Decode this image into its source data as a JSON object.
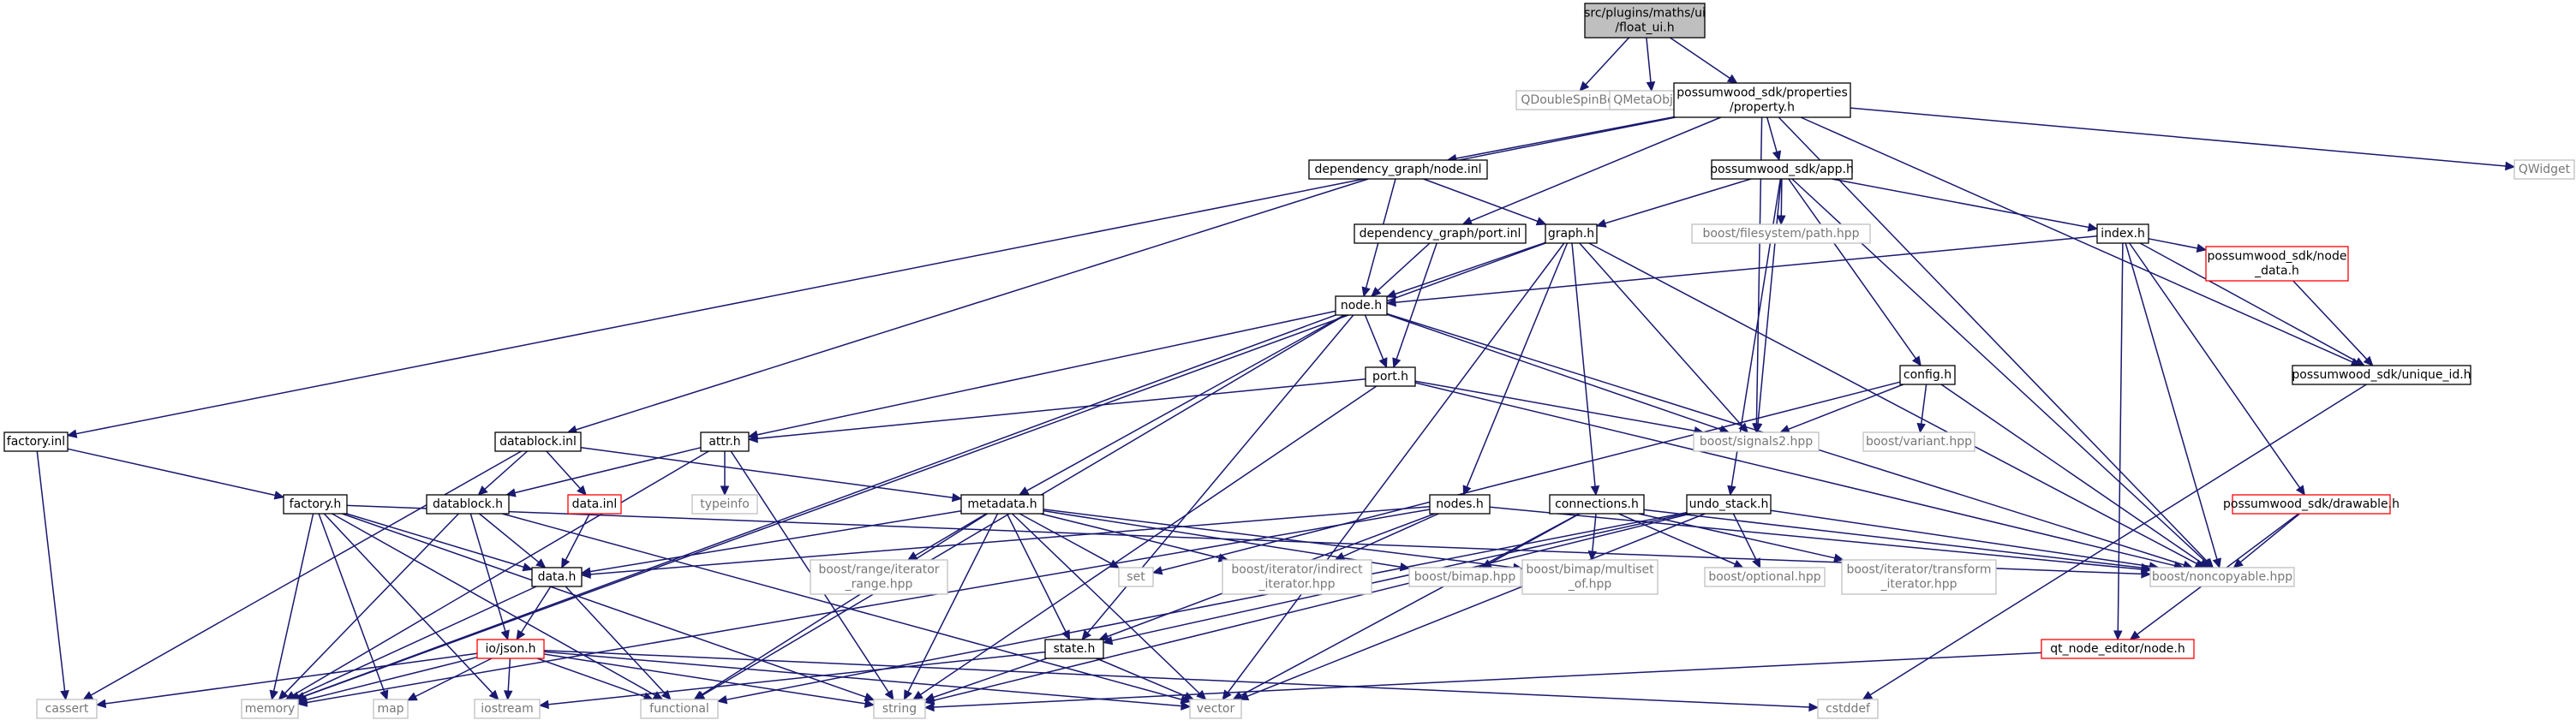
{
  "diagram": {
    "styles": {
      "focus": {
        "fill": "#bfbfbf",
        "stroke": "#000000",
        "text": "#000000"
      },
      "normal": {
        "fill": "#ffffff",
        "stroke": "#000000",
        "text": "#000000"
      },
      "external": {
        "fill": "#ffffff",
        "stroke": "#bfbfbf",
        "text": "#777777"
      },
      "missing": {
        "fill": "#ffffff",
        "stroke": "#ff0000",
        "text": "#000000"
      }
    },
    "edge_color": "#191970",
    "nodes": [
      {
        "id": "float_ui",
        "lines": [
          "src/plugins/maths/ui",
          "/float_ui.h"
        ],
        "style": "focus"
      },
      {
        "id": "qdoublespinbox",
        "lines": [
          "QDoubleSpinBox"
        ],
        "style": "external"
      },
      {
        "id": "qmetaobject",
        "lines": [
          "QMetaObject"
        ],
        "style": "external"
      },
      {
        "id": "property",
        "lines": [
          "possumwood_sdk/properties",
          "/property.h"
        ],
        "style": "normal"
      },
      {
        "id": "factory_inl",
        "lines": [
          "factory.inl"
        ],
        "style": "normal"
      },
      {
        "id": "depgraph_node_inl",
        "lines": [
          "dependency_graph/node.inl"
        ],
        "style": "normal"
      },
      {
        "id": "app_h",
        "lines": [
          "possumwood_sdk/app.h"
        ],
        "style": "normal"
      },
      {
        "id": "qwidget",
        "lines": [
          "QWidget"
        ],
        "style": "external"
      },
      {
        "id": "port_inl",
        "lines": [
          "dependency_graph/port.inl"
        ],
        "style": "normal"
      },
      {
        "id": "graph_h",
        "lines": [
          "graph.h"
        ],
        "style": "normal"
      },
      {
        "id": "boost_fs",
        "lines": [
          "boost/filesystem/path.hpp"
        ],
        "style": "external"
      },
      {
        "id": "index_h",
        "lines": [
          "index.h"
        ],
        "style": "normal"
      },
      {
        "id": "node_data",
        "lines": [
          "possumwood_sdk/node",
          "_data.h"
        ],
        "style": "missing"
      },
      {
        "id": "node_h",
        "lines": [
          "node.h"
        ],
        "style": "normal"
      },
      {
        "id": "unique_id",
        "lines": [
          "possumwood_sdk/unique_id.h"
        ],
        "style": "normal"
      },
      {
        "id": "config_h",
        "lines": [
          "config.h"
        ],
        "style": "normal"
      },
      {
        "id": "port_h",
        "lines": [
          "port.h"
        ],
        "style": "normal"
      },
      {
        "id": "datablock_inl",
        "lines": [
          "datablock.inl"
        ],
        "style": "normal"
      },
      {
        "id": "attr_h",
        "lines": [
          "attr.h"
        ],
        "style": "normal"
      },
      {
        "id": "signals2",
        "lines": [
          "boost/signals2.hpp"
        ],
        "style": "external"
      },
      {
        "id": "variant",
        "lines": [
          "boost/variant.hpp"
        ],
        "style": "external"
      },
      {
        "id": "factory_h",
        "lines": [
          "factory.h"
        ],
        "style": "normal"
      },
      {
        "id": "datablock_h",
        "lines": [
          "datablock.h"
        ],
        "style": "normal"
      },
      {
        "id": "data_inl",
        "lines": [
          "data.inl"
        ],
        "style": "missing"
      },
      {
        "id": "typeinfo",
        "lines": [
          "typeinfo"
        ],
        "style": "external"
      },
      {
        "id": "metadata_h",
        "lines": [
          "metadata.h"
        ],
        "style": "normal"
      },
      {
        "id": "nodes_h",
        "lines": [
          "nodes.h"
        ],
        "style": "normal"
      },
      {
        "id": "connections_h",
        "lines": [
          "connections.h"
        ],
        "style": "normal"
      },
      {
        "id": "undo_stack",
        "lines": [
          "undo_stack.h"
        ],
        "style": "normal"
      },
      {
        "id": "drawable_h",
        "lines": [
          "possumwood_sdk/drawable.h"
        ],
        "style": "missing"
      },
      {
        "id": "data_h",
        "lines": [
          "data.h"
        ],
        "style": "normal"
      },
      {
        "id": "range_iter",
        "lines": [
          "boost/range/iterator",
          "_range.hpp"
        ],
        "style": "external"
      },
      {
        "id": "set",
        "lines": [
          "set"
        ],
        "style": "external"
      },
      {
        "id": "indirect_iter",
        "lines": [
          "boost/iterator/indirect",
          "_iterator.hpp"
        ],
        "style": "external"
      },
      {
        "id": "bimap",
        "lines": [
          "boost/bimap.hpp"
        ],
        "style": "external"
      },
      {
        "id": "multiset",
        "lines": [
          "boost/bimap/multiset",
          "_of.hpp"
        ],
        "style": "external"
      },
      {
        "id": "optional",
        "lines": [
          "boost/optional.hpp"
        ],
        "style": "external"
      },
      {
        "id": "transform_iter",
        "lines": [
          "boost/iterator/transform",
          "_iterator.hpp"
        ],
        "style": "external"
      },
      {
        "id": "noncopyable",
        "lines": [
          "boost/noncopyable.hpp"
        ],
        "style": "external"
      },
      {
        "id": "io_json",
        "lines": [
          "io/json.h"
        ],
        "style": "missing"
      },
      {
        "id": "state_h",
        "lines": [
          "state.h"
        ],
        "style": "normal"
      },
      {
        "id": "qt_node",
        "lines": [
          "qt_node_editor/node.h"
        ],
        "style": "missing"
      },
      {
        "id": "cassert",
        "lines": [
          "cassert"
        ],
        "style": "external"
      },
      {
        "id": "memory",
        "lines": [
          "memory"
        ],
        "style": "external"
      },
      {
        "id": "map",
        "lines": [
          "map"
        ],
        "style": "external"
      },
      {
        "id": "iostream",
        "lines": [
          "iostream"
        ],
        "style": "external"
      },
      {
        "id": "functional",
        "lines": [
          "functional"
        ],
        "style": "external"
      },
      {
        "id": "string",
        "lines": [
          "string"
        ],
        "style": "external"
      },
      {
        "id": "vector",
        "lines": [
          "vector"
        ],
        "style": "external"
      },
      {
        "id": "cstddef",
        "lines": [
          "cstddef"
        ],
        "style": "external"
      }
    ],
    "edges": [
      [
        "float_ui",
        "qdoublespinbox"
      ],
      [
        "float_ui",
        "qmetaobject"
      ],
      [
        "float_ui",
        "property"
      ],
      [
        "property",
        "factory_inl"
      ],
      [
        "property",
        "depgraph_node_inl"
      ],
      [
        "property",
        "app_h"
      ],
      [
        "property",
        "qwidget"
      ],
      [
        "property",
        "port_inl"
      ],
      [
        "property",
        "signals2"
      ],
      [
        "property",
        "unique_id"
      ],
      [
        "property",
        "noncopyable"
      ],
      [
        "depgraph_node_inl",
        "graph_h"
      ],
      [
        "depgraph_node_inl",
        "node_h"
      ],
      [
        "depgraph_node_inl",
        "datablock_inl"
      ],
      [
        "app_h",
        "graph_h"
      ],
      [
        "app_h",
        "boost_fs"
      ],
      [
        "app_h",
        "index_h"
      ],
      [
        "app_h",
        "config_h"
      ],
      [
        "app_h",
        "signals2"
      ],
      [
        "app_h",
        "undo_stack"
      ],
      [
        "app_h",
        "noncopyable"
      ],
      [
        "port_inl",
        "node_h"
      ],
      [
        "port_inl",
        "port_h"
      ],
      [
        "graph_h",
        "node_h"
      ],
      [
        "graph_h",
        "signals2"
      ],
      [
        "graph_h",
        "nodes_h"
      ],
      [
        "graph_h",
        "connections_h"
      ],
      [
        "graph_h",
        "noncopyable"
      ],
      [
        "graph_h",
        "vector"
      ],
      [
        "graph_h",
        "memory"
      ],
      [
        "index_h",
        "node_h"
      ],
      [
        "index_h",
        "node_data"
      ],
      [
        "index_h",
        "unique_id"
      ],
      [
        "index_h",
        "drawable_h"
      ],
      [
        "index_h",
        "noncopyable"
      ],
      [
        "index_h",
        "qt_node"
      ],
      [
        "node_data",
        "unique_id"
      ],
      [
        "node_h",
        "port_h"
      ],
      [
        "node_h",
        "attr_h"
      ],
      [
        "node_h",
        "metadata_h"
      ],
      [
        "node_h",
        "signals2"
      ],
      [
        "node_h",
        "noncopyable"
      ],
      [
        "node_h",
        "functional"
      ],
      [
        "node_h",
        "memory"
      ],
      [
        "node_h",
        "state_h"
      ],
      [
        "unique_id",
        "cstddef"
      ],
      [
        "config_h",
        "signals2"
      ],
      [
        "config_h",
        "variant"
      ],
      [
        "config_h",
        "noncopyable"
      ],
      [
        "config_h",
        "set"
      ],
      [
        "port_h",
        "attr_h"
      ],
      [
        "port_h",
        "signals2"
      ],
      [
        "port_h",
        "noncopyable"
      ],
      [
        "port_h",
        "string"
      ],
      [
        "factory_inl",
        "factory_h"
      ],
      [
        "factory_inl",
        "cassert"
      ],
      [
        "datablock_inl",
        "datablock_h"
      ],
      [
        "datablock_inl",
        "data_inl"
      ],
      [
        "datablock_inl",
        "metadata_h"
      ],
      [
        "datablock_inl",
        "cassert"
      ],
      [
        "attr_h",
        "datablock_h"
      ],
      [
        "attr_h",
        "typeinfo"
      ],
      [
        "attr_h",
        "string"
      ],
      [
        "attr_h",
        "memory"
      ],
      [
        "factory_h",
        "data_h"
      ],
      [
        "factory_h",
        "noncopyable"
      ],
      [
        "factory_h",
        "functional"
      ],
      [
        "factory_h",
        "string"
      ],
      [
        "factory_h",
        "memory"
      ],
      [
        "factory_h",
        "map"
      ],
      [
        "factory_h",
        "iostream"
      ],
      [
        "datablock_h",
        "data_h"
      ],
      [
        "datablock_h",
        "io_json"
      ],
      [
        "datablock_h",
        "vector"
      ],
      [
        "datablock_h",
        "memory"
      ],
      [
        "data_inl",
        "data_h"
      ],
      [
        "metadata_h",
        "data_h"
      ],
      [
        "metadata_h",
        "range_iter"
      ],
      [
        "metadata_h",
        "set"
      ],
      [
        "metadata_h",
        "indirect_iter"
      ],
      [
        "metadata_h",
        "bimap"
      ],
      [
        "metadata_h",
        "multiset"
      ],
      [
        "metadata_h",
        "state_h"
      ],
      [
        "metadata_h",
        "functional"
      ],
      [
        "metadata_h",
        "string"
      ],
      [
        "metadata_h",
        "vector"
      ],
      [
        "nodes_h",
        "data_h"
      ],
      [
        "nodes_h",
        "indirect_iter"
      ],
      [
        "nodes_h",
        "noncopyable"
      ],
      [
        "nodes_h",
        "memory"
      ],
      [
        "nodes_h",
        "state_h"
      ],
      [
        "connections_h",
        "bimap"
      ],
      [
        "connections_h",
        "multiset"
      ],
      [
        "connections_h",
        "optional"
      ],
      [
        "connections_h",
        "transform_iter"
      ],
      [
        "connections_h",
        "noncopyable"
      ],
      [
        "connections_h",
        "vector"
      ],
      [
        "undo_stack",
        "optional"
      ],
      [
        "undo_stack",
        "noncopyable"
      ],
      [
        "undo_stack",
        "functional"
      ],
      [
        "undo_stack",
        "string"
      ],
      [
        "undo_stack",
        "vector"
      ],
      [
        "undo_stack",
        "state_h"
      ],
      [
        "drawable_h",
        "noncopyable"
      ],
      [
        "drawable_h",
        "qt_node"
      ],
      [
        "data_h",
        "io_json"
      ],
      [
        "data_h",
        "functional"
      ],
      [
        "data_h",
        "memory"
      ],
      [
        "io_json",
        "cassert"
      ],
      [
        "io_json",
        "memory"
      ],
      [
        "io_json",
        "map"
      ],
      [
        "io_json",
        "iostream"
      ],
      [
        "io_json",
        "functional"
      ],
      [
        "io_json",
        "string"
      ],
      [
        "io_json",
        "vector"
      ],
      [
        "io_json",
        "cstddef"
      ],
      [
        "state_h",
        "iostream"
      ],
      [
        "state_h",
        "string"
      ],
      [
        "state_h",
        "vector"
      ],
      [
        "qt_node",
        "string"
      ]
    ]
  }
}
